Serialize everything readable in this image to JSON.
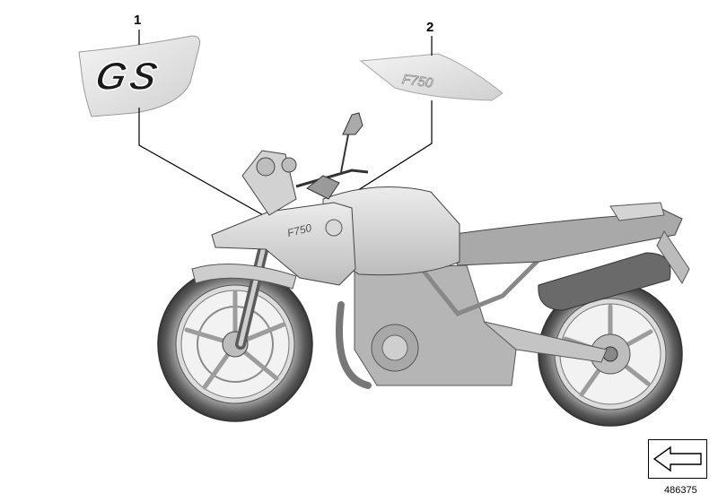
{
  "diagram": {
    "callouts": [
      {
        "id": "1",
        "label": "1"
      },
      {
        "id": "2",
        "label": "2"
      }
    ],
    "decal_1_text": "GS",
    "decal_2_text": "F750",
    "tank_badge_text": "F750"
  },
  "footer": {
    "reference_number": "486375",
    "nav_icon": "arrow-left-icon"
  },
  "colors": {
    "line": "#000000",
    "body_light": "#e2e2e2",
    "body_mid": "#bdbdbd",
    "body_dark": "#7a7a7a",
    "tire": "#4a4a4a"
  }
}
